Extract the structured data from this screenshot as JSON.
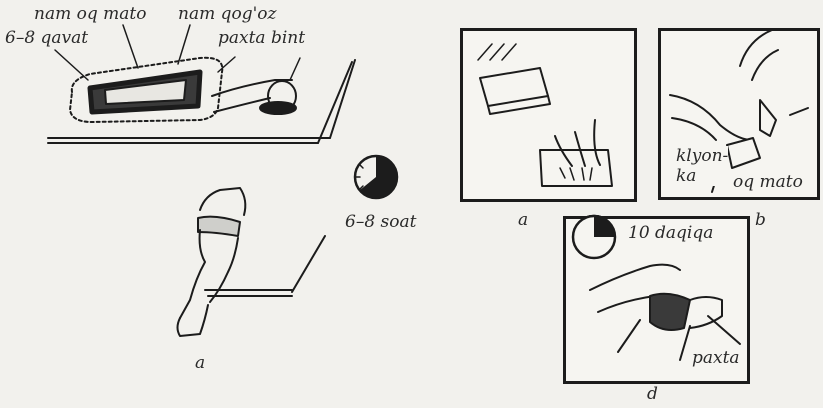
{
  "labels": {
    "wet_white_cloth": "nam oq mato",
    "wet_paper": "nam qog'oz",
    "layers": "6–8 qavat",
    "cotton_bandage": "paxta bint",
    "hours": "6–8 soat",
    "fig_a_left": "a",
    "fig_a_panel": "a",
    "fig_b_panel": "b",
    "fig_d_panel": "d",
    "cloth_piece": "klyon-\nka",
    "white_cloth": "oq mato",
    "minutes": "10 daqiqa",
    "cotton": "paxta"
  },
  "colors": {
    "ink": "#1c1c1c",
    "paper": "#f2f1ed"
  },
  "icons": [
    "clock-icon-hours",
    "clock-icon-minutes"
  ]
}
